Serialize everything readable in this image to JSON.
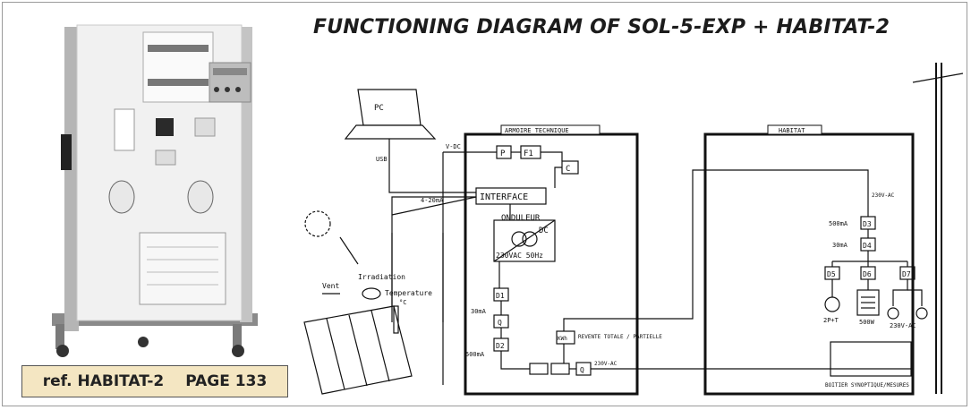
{
  "title": "FUNCTIONING DIAGRAM OF SOL-5-EXP + HABITAT-2",
  "reference": {
    "ref": "ref. HABITAT-2",
    "page": "PAGE 133"
  },
  "diagram": {
    "pc": "PC",
    "usb": "USB",
    "vdc": "V-DC",
    "ma420": "4-20mA",
    "armoire": "ARMOIRE TECHNIQUE",
    "habitat": "HABITAT",
    "p": "P",
    "f1": "F1",
    "c": "C",
    "interface": "INTERFACE",
    "onduleur": "ONDULEUR",
    "dc": "DC",
    "inv_ac": "230VAC 50Hz",
    "d1": "D1",
    "q1": "Q",
    "d2": "D2",
    "ma30_left": "30mA",
    "ma500_left": "500mA",
    "kwh": "KWh",
    "revente": "REVENTE TOTALE / PARTIELLE",
    "q2": "Q",
    "vac_bottom": "230V-AC",
    "irradiation": "Irradiation",
    "vent": "Vent",
    "temperature": "Temperature",
    "degc": "°C",
    "vac_top": "230V-AC",
    "ma500_right": "500mA",
    "d3": "D3",
    "ma30_right": "30mA",
    "d4": "D4",
    "d5": "D5",
    "d6": "D6",
    "d7": "D7",
    "socket": "2P+T",
    "heater": "500W",
    "lamps": "230V-AC",
    "boitier": "BOITIER SYNOPTIQUE/MESURES"
  }
}
